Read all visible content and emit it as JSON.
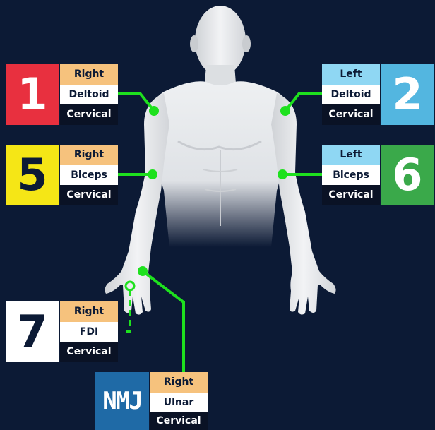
{
  "colors": {
    "background": "#0c1a35",
    "connector": "#1ee11e",
    "right_band": "#f6c27d",
    "left_band": "#8fd7f3",
    "root_band": "#0a1225"
  },
  "sites": [
    {
      "id": "1",
      "side": "Right",
      "muscle": "Deltoid",
      "root": "Cervical",
      "color": "#e8303f",
      "num_color": "#ffffff"
    },
    {
      "id": "2",
      "side": "Left",
      "muscle": "Deltoid",
      "root": "Cervical",
      "color": "#53b6e0",
      "num_color": "#ffffff"
    },
    {
      "id": "5",
      "side": "Right",
      "muscle": "Biceps",
      "root": "Cervical",
      "color": "#f5e616",
      "num_color": "#0c1a35"
    },
    {
      "id": "6",
      "side": "Left",
      "muscle": "Biceps",
      "root": "Cervical",
      "color": "#3aa94a",
      "num_color": "#ffffff"
    },
    {
      "id": "7",
      "side": "Right",
      "muscle": "FDI",
      "root": "Cervical",
      "color": "#ffffff",
      "num_color": "#0c1a35"
    },
    {
      "id": "NMJ",
      "side": "Right",
      "muscle": "Ulnar",
      "root": "Cervical",
      "color": "#1f6aa6",
      "num_color": "#ffffff"
    }
  ]
}
